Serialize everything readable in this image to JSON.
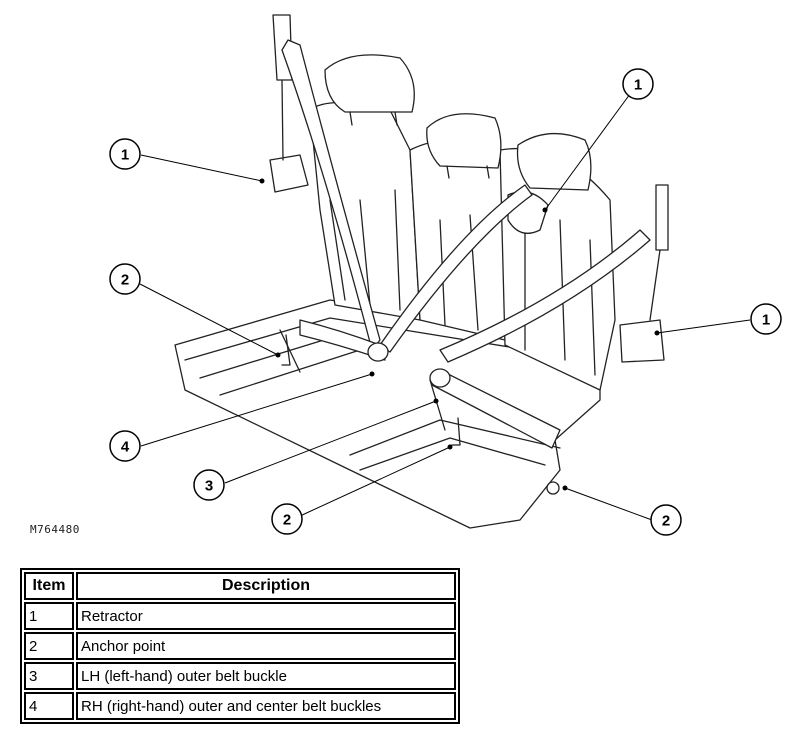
{
  "figure": {
    "id": "M764480",
    "callouts": [
      {
        "label": "1",
        "name": "callout-1-left-retractor"
      },
      {
        "label": "1",
        "name": "callout-1-center-retractor"
      },
      {
        "label": "1",
        "name": "callout-1-right-retractor"
      },
      {
        "label": "2",
        "name": "callout-2-left-anchor"
      },
      {
        "label": "2",
        "name": "callout-2-center-anchor"
      },
      {
        "label": "2",
        "name": "callout-2-right-anchor"
      },
      {
        "label": "3",
        "name": "callout-3-lh-buckle"
      },
      {
        "label": "4",
        "name": "callout-4-rh-buckles"
      }
    ]
  },
  "legend": {
    "headers": {
      "item": "Item",
      "description": "Description"
    },
    "rows": [
      {
        "item": "1",
        "description": "Retractor"
      },
      {
        "item": "2",
        "description": "Anchor point"
      },
      {
        "item": "3",
        "description": "LH (left-hand) outer belt buckle"
      },
      {
        "item": "4",
        "description": "RH (right-hand) outer and center belt buckles"
      }
    ]
  }
}
